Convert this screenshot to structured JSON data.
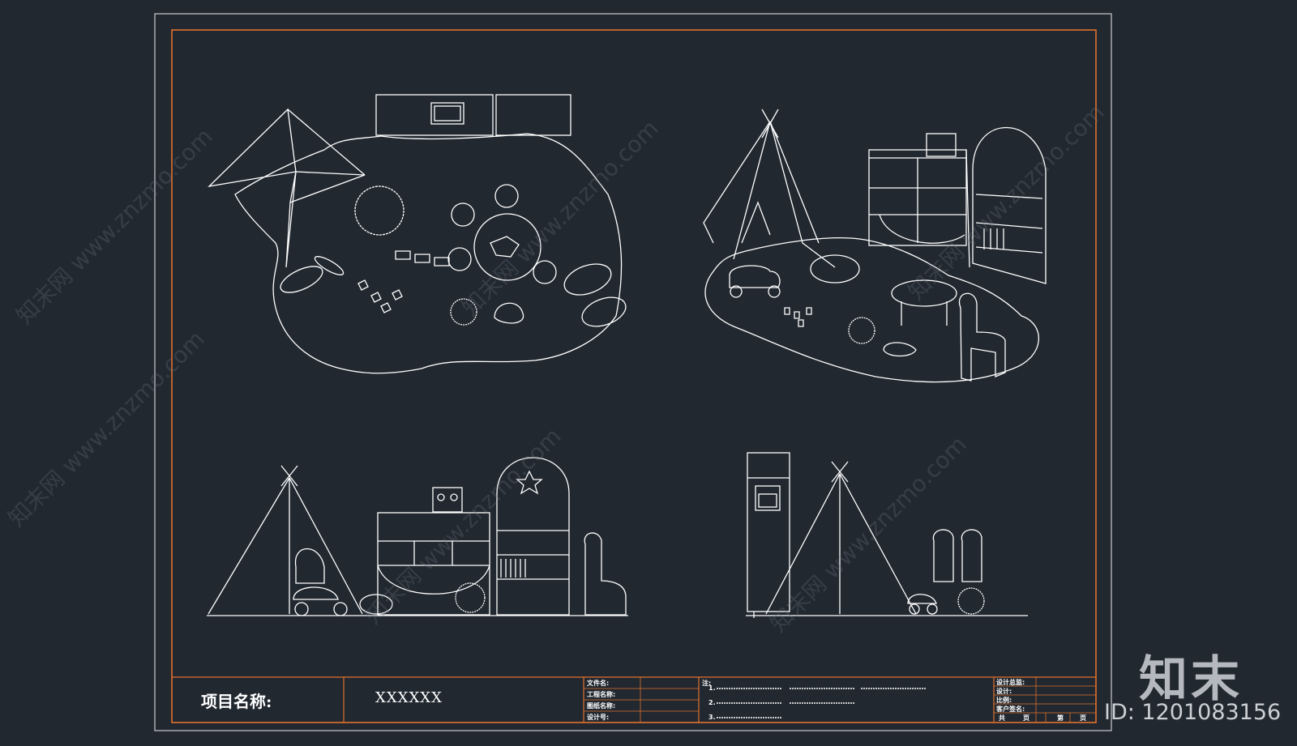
{
  "colors": {
    "background": "#212830",
    "outer_frame": "#c9ccd0",
    "inner_frame": "#e2702d",
    "linework": "#ffffff"
  },
  "title_block": {
    "project_label": "项目名称:",
    "project_value": "XXXXXX",
    "fields": [
      "文件名:",
      "工程名称:",
      "图纸名称:",
      "设计号:"
    ],
    "notes_label": "注:",
    "notes_numbers": [
      "1.",
      "2.",
      "3."
    ],
    "right_fields": [
      "设计总监:",
      "设计:",
      "比例:",
      "客户签名:"
    ],
    "page_labels": [
      "共",
      "页",
      "第",
      "页"
    ]
  },
  "brand": {
    "logo": "知末",
    "id_text": "ID: 1201083156"
  },
  "watermark_text": "知末网 www.znzmo.com"
}
